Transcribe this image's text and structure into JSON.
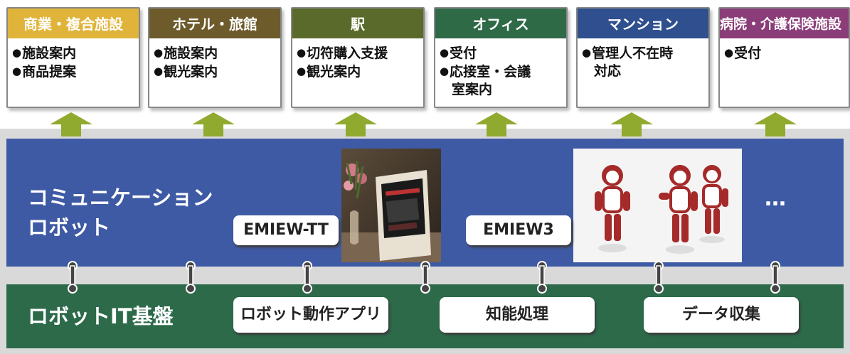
{
  "colors": {
    "commercial": "#e0b43a",
    "hotel": "#6e5b2c",
    "station": "#5a6a2a",
    "office": "#2f6a47",
    "mansion": "#2f4f8e",
    "hospital": "#8a3d78",
    "robot_panel": "#3f5aa4",
    "it_panel": "#2c6a4a",
    "arrow": "#8faa2e"
  },
  "categories": [
    {
      "title": "商業・複合施設",
      "items": [
        "施設案内",
        "商品提案"
      ]
    },
    {
      "title": "ホテル・旅館",
      "items": [
        "施設案内",
        "観光案内"
      ]
    },
    {
      "title": "駅",
      "items": [
        "切符購入支援",
        "観光案内"
      ]
    },
    {
      "title": "オフィス",
      "items": [
        "受付",
        "応接室・会議",
        "室案内"
      ]
    },
    {
      "title": "マンション",
      "items": [
        "管理人不在時",
        "対応"
      ]
    },
    {
      "title": "病院・介護保険施設",
      "items": [
        "受付"
      ]
    }
  ],
  "robot_section": {
    "title_line1": "コミュニケーション",
    "title_line2": "ロボット",
    "robot1": "EMIEW-TT",
    "robot2": "EMIEW3",
    "more": "…"
  },
  "it_section": {
    "title": "ロボットIT基盤",
    "box1": "ロボット動作アプリ",
    "box2": "知能処理",
    "box3": "データ収集"
  }
}
